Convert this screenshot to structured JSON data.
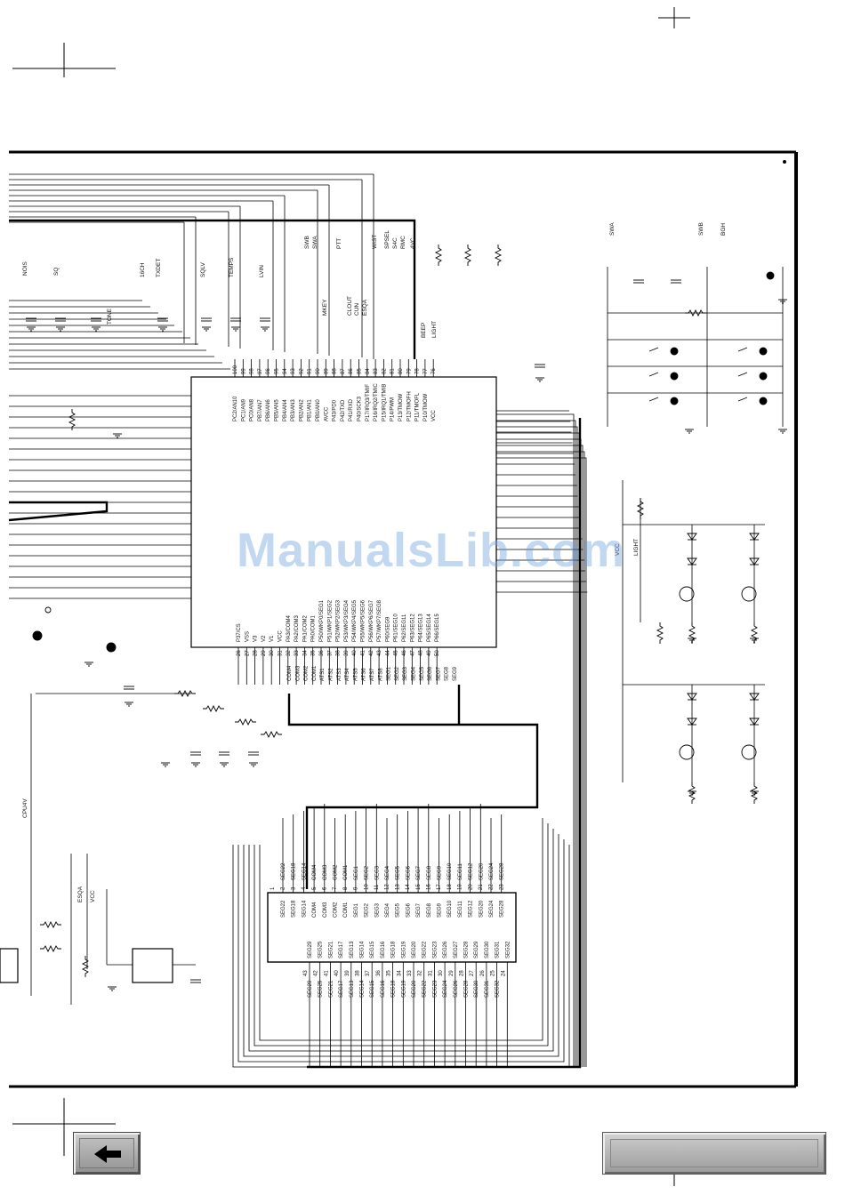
{
  "watermark": "ManualsLib.com",
  "mcu": {
    "top_pins": [
      {
        "num": "100",
        "name": "PC2/AN10"
      },
      {
        "num": "99",
        "name": "PC1/AN9"
      },
      {
        "num": "98",
        "name": "PC0/AN8"
      },
      {
        "num": "97",
        "name": "PB7/AN7"
      },
      {
        "num": "96",
        "name": "PB6/AN6"
      },
      {
        "num": "95",
        "name": "PB5/AN5"
      },
      {
        "num": "94",
        "name": "PB4/AN4"
      },
      {
        "num": "93",
        "name": "PB3/AN3"
      },
      {
        "num": "92",
        "name": "PB2/AN2"
      },
      {
        "num": "91",
        "name": "PB1/AN1"
      },
      {
        "num": "90",
        "name": "PB0/AN0"
      },
      {
        "num": "89",
        "name": "AVCC"
      },
      {
        "num": "88",
        "name": "P43/PD0"
      },
      {
        "num": "87",
        "name": "P42/TXD"
      },
      {
        "num": "86",
        "name": "P41/RXD"
      },
      {
        "num": "85",
        "name": "P40/SCK3"
      },
      {
        "num": "84",
        "name": "P17/IRQ3/TMIF"
      },
      {
        "num": "83",
        "name": "P16/IRQ2/TMIC"
      },
      {
        "num": "82",
        "name": "P15/IRQ1/TMIB"
      },
      {
        "num": "81",
        "name": "P14/PWM"
      },
      {
        "num": "80",
        "name": "P13/TMOW"
      },
      {
        "num": "79",
        "name": "P12/TMOFH"
      },
      {
        "num": "78",
        "name": "P11/TMOFL"
      },
      {
        "num": "77",
        "name": "P10/TMOW"
      },
      {
        "num": "76",
        "name": "VCC"
      }
    ],
    "bottom_pins": [
      {
        "num": "26",
        "name": "P37/CS"
      },
      {
        "num": "27",
        "name": "VSS"
      },
      {
        "num": "28",
        "name": "V3"
      },
      {
        "num": "29",
        "name": "V2"
      },
      {
        "num": "30",
        "name": "V1"
      },
      {
        "num": "31",
        "name": "VCC"
      },
      {
        "num": "32",
        "name": "PA3/COM4"
      },
      {
        "num": "33",
        "name": "PA2/COM3"
      },
      {
        "num": "34",
        "name": "PA1/COM2"
      },
      {
        "num": "35",
        "name": "PA0/COM1"
      },
      {
        "num": "36",
        "name": "P50/WKP0/SEG1"
      },
      {
        "num": "37",
        "name": "P51/WKP1/SEG2"
      },
      {
        "num": "38",
        "name": "P52/WKP2/SEG3"
      },
      {
        "num": "39",
        "name": "P53/WKP3/SEG4"
      },
      {
        "num": "40",
        "name": "P54/WKP4/SEG5"
      },
      {
        "num": "41",
        "name": "P55/WKP5/SEG6"
      },
      {
        "num": "42",
        "name": "P56/WKP6/SEG7"
      },
      {
        "num": "43",
        "name": "P57/WKP7/SEG8"
      },
      {
        "num": "44",
        "name": "P60/SEG9"
      },
      {
        "num": "45",
        "name": "P61/SEG10"
      },
      {
        "num": "46",
        "name": "P62/SEG11"
      },
      {
        "num": "47",
        "name": "P63/SEG12"
      },
      {
        "num": "48",
        "name": "P64/SEG13"
      },
      {
        "num": "49",
        "name": "P65/SEG14"
      },
      {
        "num": "50",
        "name": "P66/SEG15"
      }
    ],
    "bottom_nets": [
      "COM4",
      "COM3",
      "COM2",
      "COM1",
      "ATS1",
      "ATS2",
      "ATS3",
      "ATS4",
      "ATS5",
      "ATS6",
      "ATS7",
      "ATS8",
      "SEG1",
      "SEG2",
      "SEG3",
      "SEG4",
      "SEG5",
      "SEG6",
      "SEG7",
      "SEG8",
      "SEG9"
    ]
  },
  "nets_top": [
    "NOIS",
    "SQ",
    "TONE",
    "16CH",
    "TXDET",
    "SQLV",
    "TEMPS",
    "LVIN",
    "SWB",
    "SWA",
    "PTT",
    "MKEY",
    "CLOUT",
    "CUN",
    "ESQA",
    "WIST",
    "SPSEL",
    "S4C",
    "RMC",
    "4VC",
    "BEEP",
    "LIGHT"
  ],
  "nets_right": [
    "SWA",
    "SWB",
    "BGH",
    "VCC",
    "LIGHT"
  ],
  "nets_left": [
    "CPU4V",
    "ESQA",
    "VCC"
  ],
  "lcd": {
    "top_nets": [
      "SEG22",
      "SEG18",
      "SEG14",
      "COM4",
      "COM3",
      "COM2",
      "COM1",
      "SEG1",
      "SEG2",
      "SEG3",
      "SEG4",
      "SEG5",
      "SEG6",
      "SEG7",
      "SEG8",
      "SEG9",
      "SEG10",
      "SEG11",
      "SEG12",
      "SEG20",
      "SEG24",
      "SEG28"
    ],
    "top_pin_numbers": [
      "1",
      "2",
      "3",
      "4",
      "5",
      "6",
      "7",
      "8",
      "9",
      "10",
      "11",
      "12",
      "13",
      "14",
      "15",
      "16",
      "17",
      "18",
      "19",
      "20",
      "21",
      "22",
      "23"
    ],
    "inner_top": [
      "SEG22",
      "SEG18",
      "SEG14",
      "COM4",
      "COM3",
      "COM2",
      "COM1",
      "SEG1",
      "SEG2",
      "SEG3",
      "SEG4",
      "SEG5",
      "SEG6",
      "SEG7",
      "SEG8",
      "SEG9",
      "SEG10",
      "SEG11",
      "SEG12",
      "SEG20",
      "SEG24",
      "SEG28"
    ],
    "inner_bottom": [
      "SEG29",
      "SEG25",
      "SEG21",
      "SEG17",
      "SEG13",
      "SEG14",
      "SEG15",
      "SEG16",
      "SEG18",
      "SEG19",
      "SEG20",
      "SEG22",
      "SEG23",
      "SEG26",
      "SEG27",
      "SEG28",
      "SEG29",
      "SEG30",
      "SEG31",
      "SEG32"
    ],
    "bottom_nets": [
      "SEG29",
      "SEG25",
      "SEG21",
      "SEG17",
      "SEG13",
      "SEG14",
      "SEG15",
      "SEG16",
      "SEG18",
      "SEG19",
      "SEG20",
      "SEG22",
      "SEG23",
      "SEG24",
      "SEG26",
      "SEG28",
      "SEG30",
      "SEG31",
      "SEG32"
    ],
    "bottom_pin_numbers": [
      "43",
      "42",
      "41",
      "40",
      "39",
      "38",
      "37",
      "36",
      "35",
      "34",
      "33",
      "32",
      "31",
      "30",
      "29",
      "28",
      "27",
      "26",
      "25",
      "24"
    ]
  }
}
